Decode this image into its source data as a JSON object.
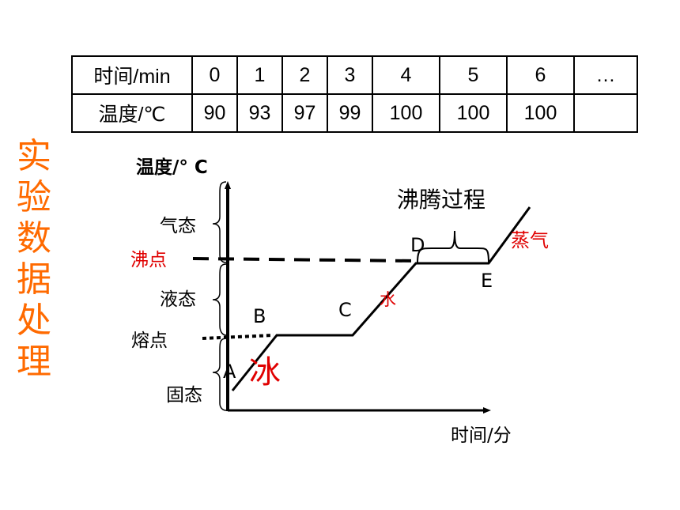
{
  "table": {
    "rows": [
      {
        "header": "时间/min",
        "cells": [
          "0",
          "1",
          "2",
          "3",
          "4",
          "5",
          "6",
          "…"
        ]
      },
      {
        "header": "温度/℃",
        "cells": [
          "90",
          "93",
          "97",
          "99",
          "100",
          "100",
          "100",
          ""
        ]
      }
    ]
  },
  "side_title": [
    "实",
    "验",
    "数",
    "据",
    "处",
    "理"
  ],
  "diagram": {
    "y_axis_label": "温度/°  C",
    "x_axis_label": "时间/分",
    "state_labels": {
      "gas": "气态",
      "liquid": "液态",
      "solid": "固态"
    },
    "boiling_point_label": "沸点",
    "melting_point_label": "熔点",
    "point_labels": {
      "A": "A",
      "B": "B",
      "C": "C",
      "D": "D",
      "E": "E"
    },
    "phase_labels": {
      "ice": "冰",
      "water": "水",
      "steam": "蒸气"
    },
    "boiling_process_label": "沸腾过程",
    "colors": {
      "red_label": "#e00000",
      "title": "#ff6a00",
      "line": "#000000"
    }
  }
}
